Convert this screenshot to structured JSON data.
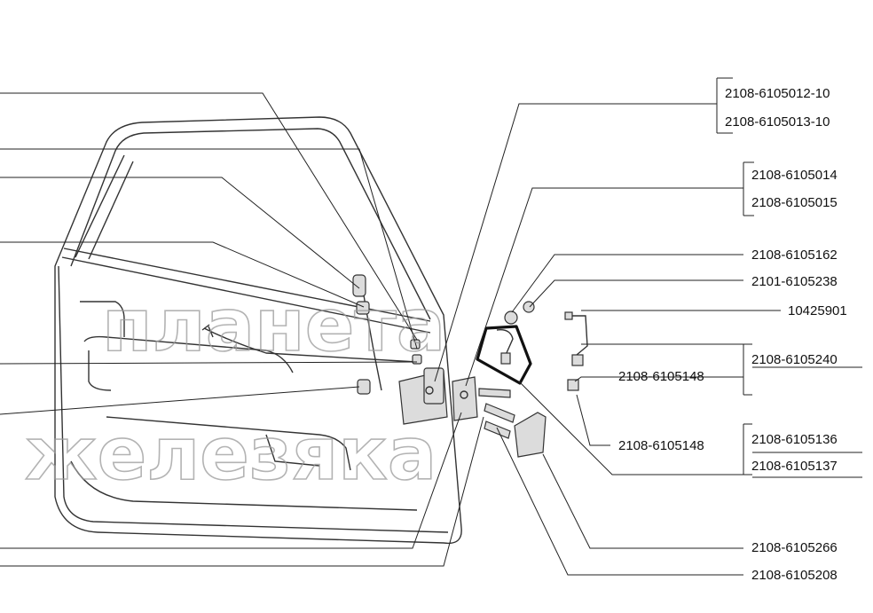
{
  "labels": {
    "l1": "2108-6105012-10",
    "l2": "2108-6105013-10",
    "l3": "2108-6105014",
    "l4": "2108-6105015",
    "l5": "2108-6105162",
    "l6": "2101-6105238",
    "l7": "10425901",
    "l8": "2108-6105240",
    "l9": "2108-6105148",
    "l10": "2108-6105148",
    "l11": "2108-6105136",
    "l12": "2108-6105137",
    "l13": "2108-6105266",
    "l14": "2108-6105208"
  },
  "watermark": {
    "line1": "планета",
    "line2": "железяка"
  },
  "colors": {
    "line": "#222222",
    "highlight": "#111111",
    "watermark": "#9a9a9a"
  }
}
